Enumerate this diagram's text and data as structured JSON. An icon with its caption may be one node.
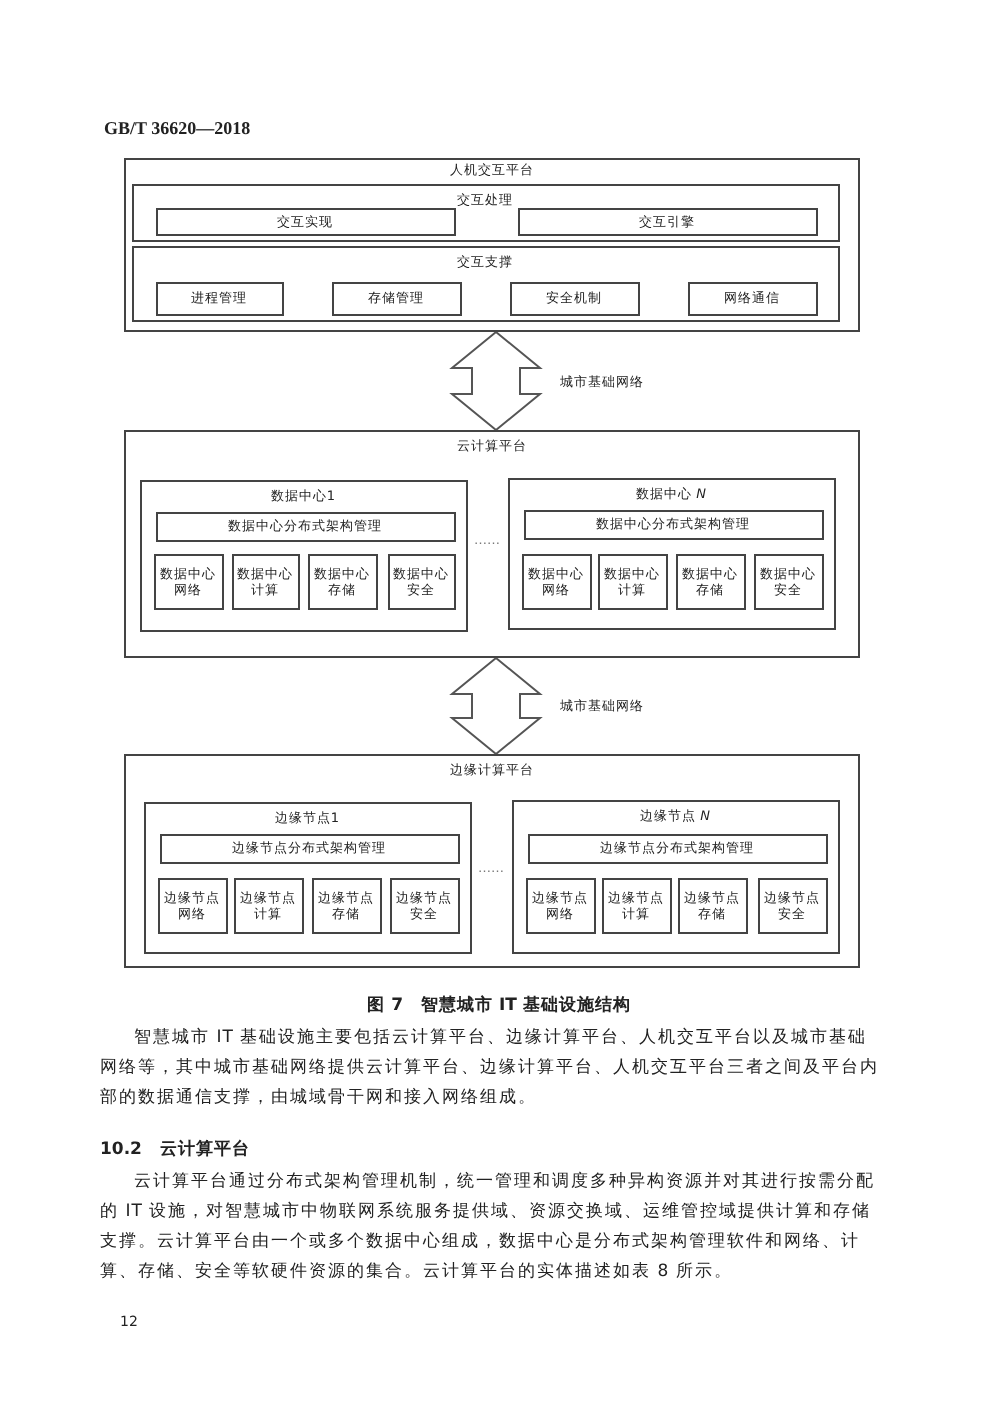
{
  "diagram": {
    "caption": "图 7　智慧城市 IT 基础设施结构",
    "nodes": [
      {
        "text": [
          "人机交互平台"
        ]
      },
      {
        "text": [
          "交互处理"
        ],
        "in": 0
      },
      {
        "text": [
          "交互实现"
        ],
        "in": 1
      },
      {
        "text": [
          "交互引擎"
        ],
        "in": 1
      },
      {
        "text": [
          "交互支撑"
        ],
        "in": 0
      },
      {
        "text": [
          "进程管理"
        ],
        "in": 4
      },
      {
        "text": [
          "存储管理"
        ],
        "in": 4
      },
      {
        "text": [
          "安全机制"
        ],
        "in": 4
      },
      {
        "text": [
          "网络通信"
        ],
        "in": 4
      },
      {
        "text": [
          "云计算平台"
        ]
      },
      {
        "text": [
          "数据中心1"
        ],
        "in": 9
      },
      {
        "text": [
          "数据中心分布式架构管理"
        ],
        "in": 10
      },
      {
        "text": [
          "数据中心网络"
        ],
        "in": 10
      },
      {
        "text": [
          "数据中心计算"
        ],
        "in": 10
      },
      {
        "text": [
          "数据中心存储"
        ],
        "in": 10
      },
      {
        "text": [
          "数据中心安全"
        ],
        "in": 10
      },
      {
        "text": [
          "数据中心 *N*"
        ],
        "in": 9
      },
      {
        "text": [
          "数据中心分布式架构管理"
        ],
        "in": 16
      },
      {
        "text": [
          "数据中心网络"
        ],
        "in": 16
      },
      {
        "text": [
          "数据中心计算"
        ],
        "in": 16
      },
      {
        "text": [
          "数据中心存储"
        ],
        "in": 16
      },
      {
        "text": [
          "数据中心安全"
        ],
        "in": 16
      },
      {
        "text": [
          "边缘计算平台"
        ]
      },
      {
        "text": [
          "边缘节点1"
        ],
        "in": 22
      },
      {
        "text": [
          "边缘节点分布式架构管理"
        ],
        "in": 23
      },
      {
        "text": [
          "边缘节点网络"
        ],
        "in": 23
      },
      {
        "text": [
          "边缘节点计算"
        ],
        "in": 23
      },
      {
        "text": [
          "边缘节点存储"
        ],
        "in": 23
      },
      {
        "text": [
          "边缘节点安全"
        ],
        "in": 23
      },
      {
        "text": [
          "边缘节点 *N*"
        ],
        "in": 22
      },
      {
        "text": [
          "边缘节点分布式架构管理"
        ],
        "in": 29
      },
      {
        "text": [
          "边缘节点网络"
        ],
        "in": 29
      },
      {
        "text": [
          "边缘节点计算"
        ],
        "in": 29
      },
      {
        "text": [
          "边缘节点存储"
        ],
        "in": 29
      },
      {
        "text": [
          "边缘节点安全"
        ],
        "in": 29
      }
    ],
    "edges": [
      {
        "from": 0,
        "to": 9,
        "arrow": "both",
        "label": "城市基础网络"
      },
      {
        "from": 9,
        "to": 22,
        "arrow": "both",
        "label": "城市基础网络"
      }
    ],
    "labels": [
      "GB/T 36620—2018",
      "……",
      "……",
      "智慧城市 IT 基础设施主要包括云计算平台、边缘计算平台、人机交互平台以及城市基础网络等，其中城市基础网络提供云计算平台、边缘计算平台、人机交互平台三者之间及平台内部的数据通信支撑，由城域骨干网和接入网络组成。",
      "10.2　云计算平台",
      "云计算平台通过分布式架构管理机制，统一管理和调度多种异构资源并对其进行按需分配的 IT 设施，对智慧城市中物联网系统服务提供域、资源交换域、运维管控域提供计算和存储支撑。云计算平台由一个或多个数据中心组成，数据中心是分布式架构管理软件和网络、计算、存储、安全等软硬件资源的集合。云计算平台的实体描述如表 8 所示。",
      "12"
    ]
  }
}
